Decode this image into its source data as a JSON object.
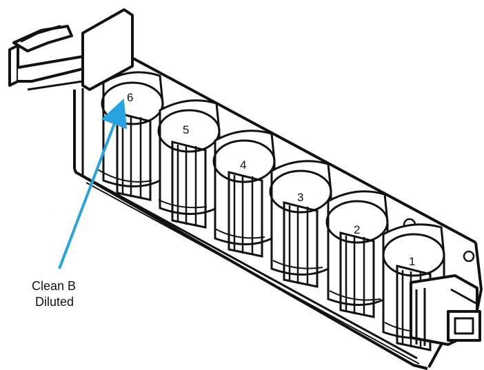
{
  "diagram": {
    "slots": [
      {
        "label": "1"
      },
      {
        "label": "2"
      },
      {
        "label": "3"
      },
      {
        "label": "4"
      },
      {
        "label": "5"
      },
      {
        "label": "6"
      }
    ],
    "callout": {
      "line1": "Clean B",
      "line2": "Diluted",
      "target_slot": "6"
    },
    "colors": {
      "outline": "#111111",
      "arrow": "#29a3e0",
      "background": "#ffffff"
    }
  }
}
